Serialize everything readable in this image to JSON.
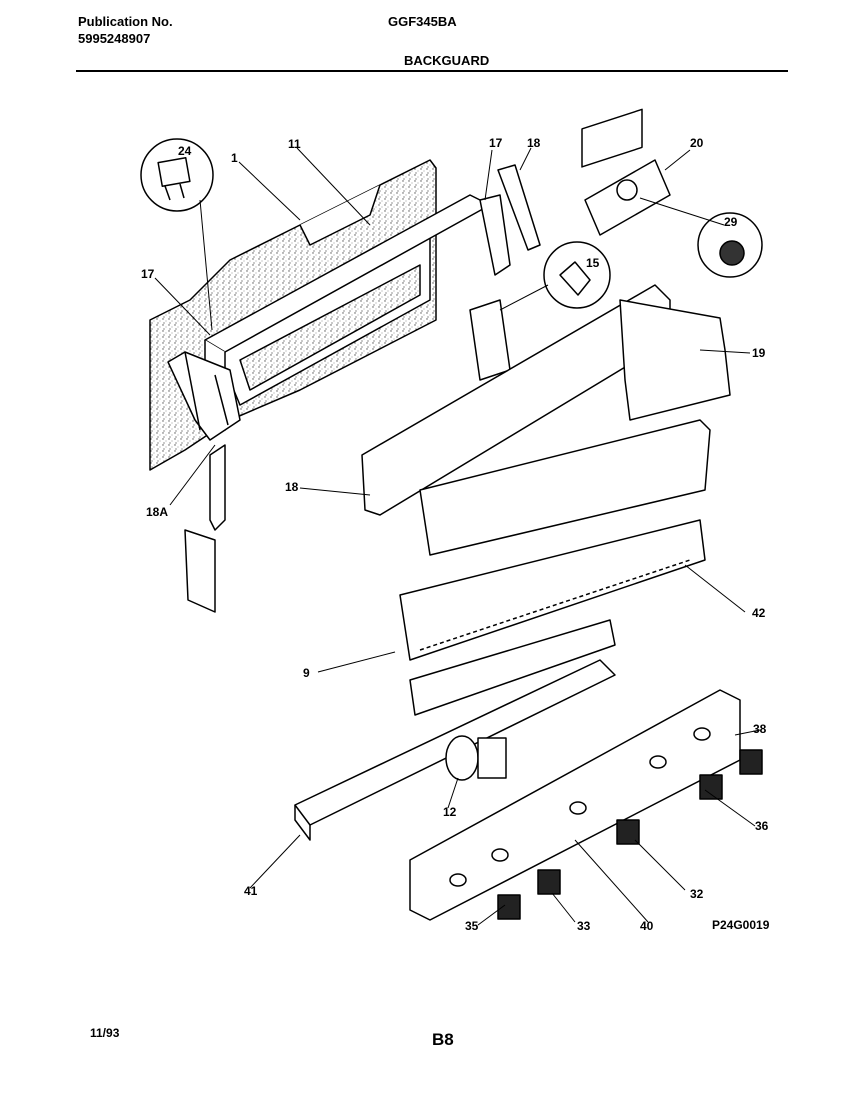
{
  "header": {
    "publication_label": "Publication No.",
    "publication_number": "5995248907",
    "model": "GGF345BA",
    "section_title": "BACKGUARD"
  },
  "footer": {
    "date": "11/93",
    "page": "B8",
    "diagram_id": "P24G0019"
  },
  "callouts": [
    {
      "id": "c24",
      "text": "24"
    },
    {
      "id": "c1",
      "text": "1"
    },
    {
      "id": "c11",
      "text": "11"
    },
    {
      "id": "c17a",
      "text": "17"
    },
    {
      "id": "c18a",
      "text": "18"
    },
    {
      "id": "c20",
      "text": "20"
    },
    {
      "id": "c29",
      "text": "29"
    },
    {
      "id": "c15",
      "text": "15"
    },
    {
      "id": "c17b",
      "text": "17"
    },
    {
      "id": "c19",
      "text": "19"
    },
    {
      "id": "c18b",
      "text": "18"
    },
    {
      "id": "c18A",
      "text": "18A"
    },
    {
      "id": "c42",
      "text": "42"
    },
    {
      "id": "c9",
      "text": "9"
    },
    {
      "id": "c38",
      "text": "38"
    },
    {
      "id": "c12",
      "text": "12"
    },
    {
      "id": "c36",
      "text": "36"
    },
    {
      "id": "c32",
      "text": "32"
    },
    {
      "id": "c41",
      "text": "41"
    },
    {
      "id": "c35",
      "text": "35"
    },
    {
      "id": "c33",
      "text": "33"
    },
    {
      "id": "c40",
      "text": "40"
    }
  ]
}
